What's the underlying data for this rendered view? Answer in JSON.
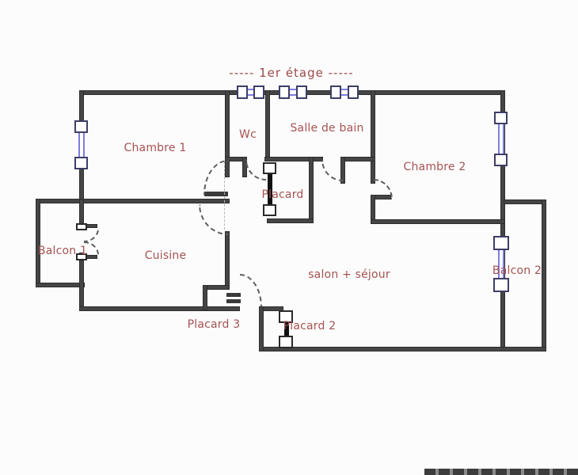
{
  "floor_title": "-----  1er étage  -----",
  "rooms": {
    "chambre1": "Chambre 1",
    "wc": "Wc",
    "salle_de_bain": "Salle de bain",
    "chambre2": "Chambre 2",
    "balcon1": "Balcon 1",
    "cuisine": "Cuisine",
    "placard": "Placard",
    "salon_sejour": "salon + séjour",
    "balcon2": "Balcon 2",
    "placard3": "Placard 3",
    "placard2": "Placard 2"
  },
  "colors": {
    "wall": "#454545",
    "label_text": "#a65252",
    "window_accent": "#7d7de0",
    "background": "#fcfcfc"
  }
}
